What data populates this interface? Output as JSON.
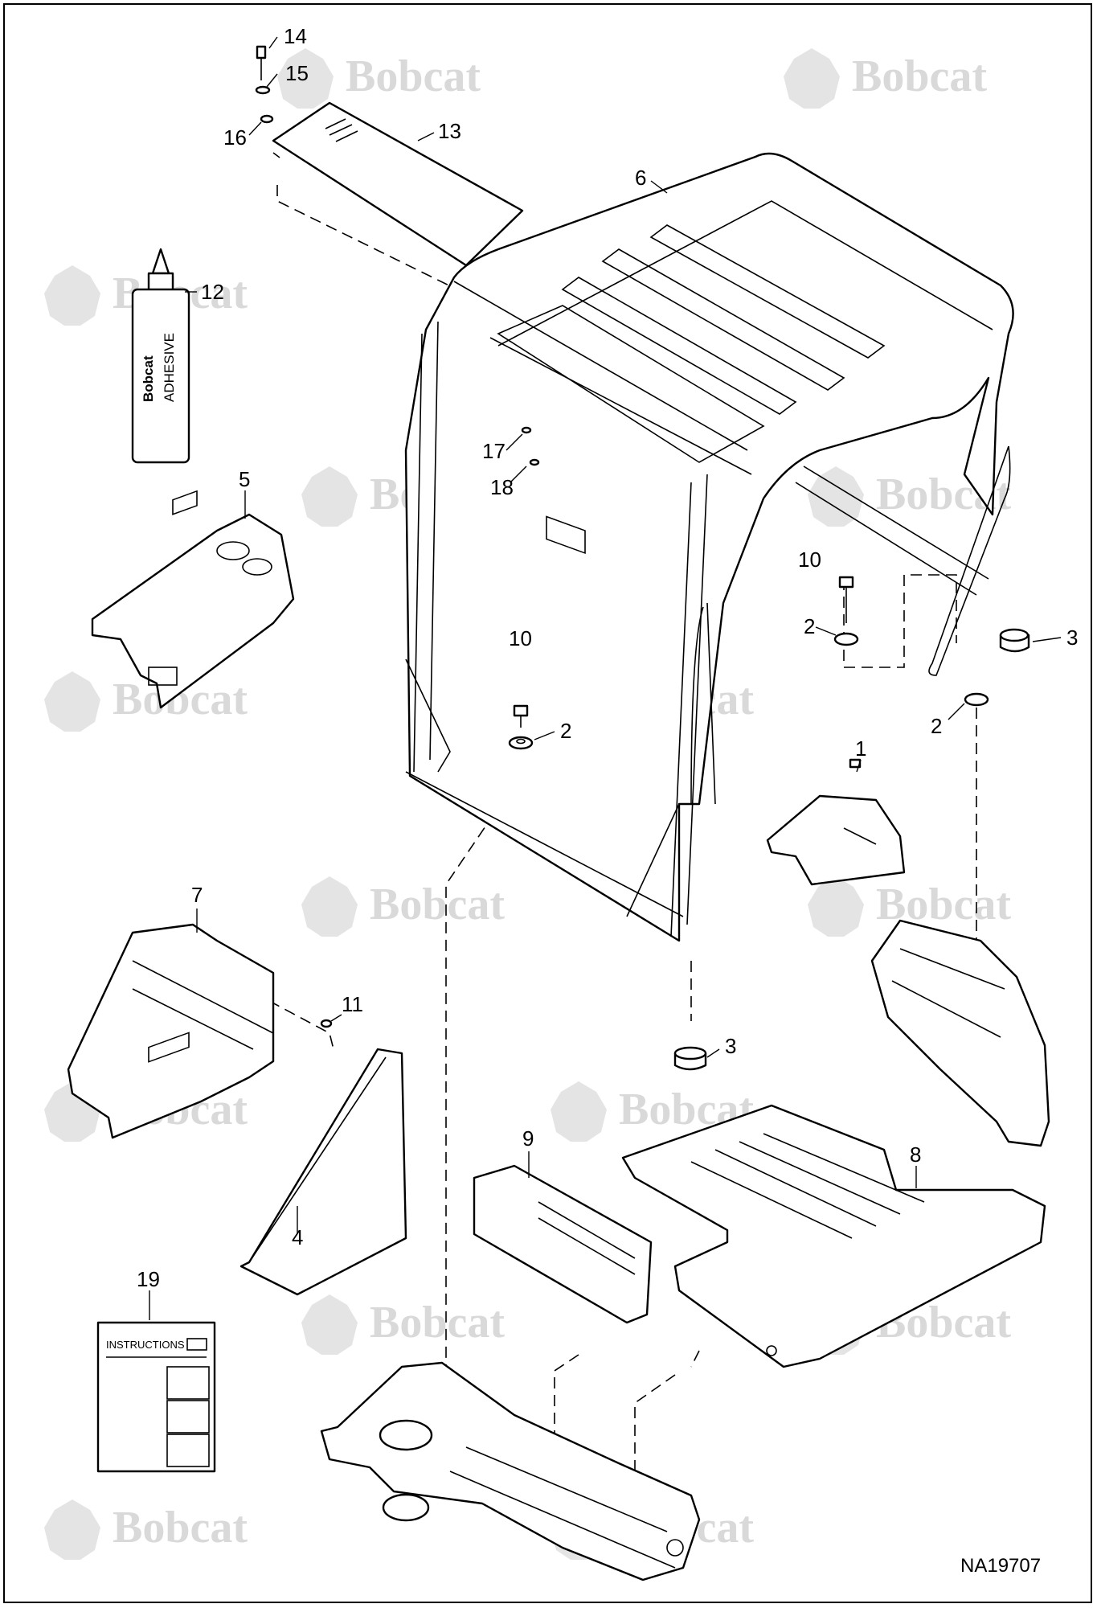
{
  "watermark": {
    "brand": "Bobcat",
    "color": "#d9d9d9",
    "icon": "bobcat-head-logo"
  },
  "callouts": [
    {
      "id": "c14",
      "label": "14"
    },
    {
      "id": "c15",
      "label": "15"
    },
    {
      "id": "c16",
      "label": "16"
    },
    {
      "id": "c13",
      "label": "13"
    },
    {
      "id": "c6",
      "label": "6"
    },
    {
      "id": "c12",
      "label": "12"
    },
    {
      "id": "c5",
      "label": "5"
    },
    {
      "id": "c17",
      "label": "17"
    },
    {
      "id": "c18",
      "label": "18"
    },
    {
      "id": "c10a",
      "label": "10"
    },
    {
      "id": "c10b",
      "label": "10"
    },
    {
      "id": "c2a",
      "label": "2"
    },
    {
      "id": "c2b",
      "label": "2"
    },
    {
      "id": "c2c",
      "label": "2"
    },
    {
      "id": "c3a",
      "label": "3"
    },
    {
      "id": "c3b",
      "label": "3"
    },
    {
      "id": "c1",
      "label": "1"
    },
    {
      "id": "c7",
      "label": "7"
    },
    {
      "id": "c11",
      "label": "11"
    },
    {
      "id": "c4",
      "label": "4"
    },
    {
      "id": "c9",
      "label": "9"
    },
    {
      "id": "c8",
      "label": "8"
    },
    {
      "id": "c19",
      "label": "19"
    }
  ],
  "adhesive_tube": {
    "brand": "Bobcat",
    "label": "ADHESIVE"
  },
  "instructions_sheet": {
    "title": "INSTRUCTIONS"
  },
  "document_id": "NA19707",
  "colors": {
    "line": "#000000",
    "background": "#ffffff"
  }
}
